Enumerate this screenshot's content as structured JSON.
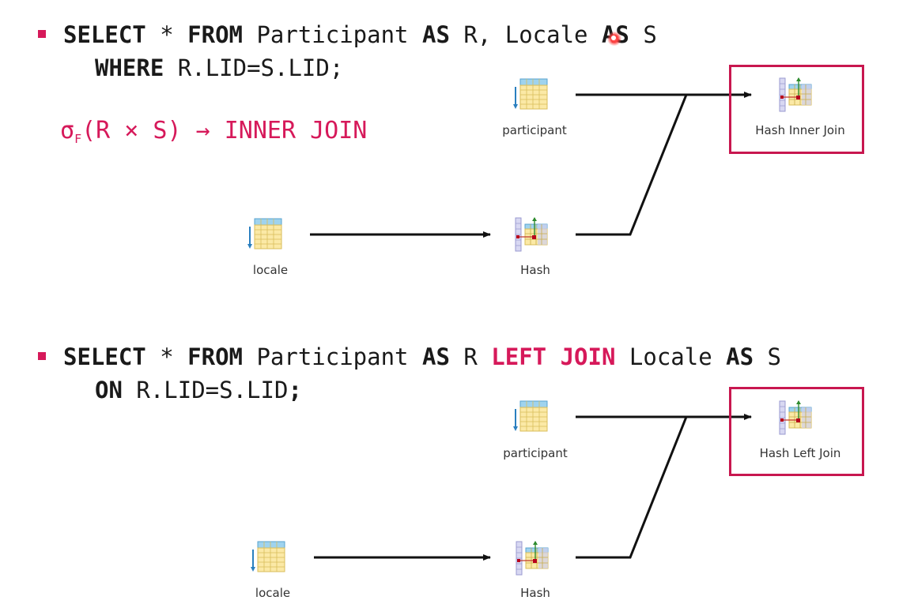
{
  "query1": {
    "select_kw": "SELECT",
    "star": " * ",
    "from_kw": "FROM",
    "table1": " Participant ",
    "as1_kw": "AS",
    "alias_r_comma": " R, Locale ",
    "as2_kw": "AS",
    "alias_s": " S",
    "where_kw": "WHERE",
    "where_cond": " R.LID=S.LID;"
  },
  "formula": {
    "sigma": "σ",
    "subscript": "F",
    "expr": "(R × S) → INNER JOIN"
  },
  "query2": {
    "select_kw": "SELECT",
    "star": " * ",
    "from_kw": "FROM",
    "table1": " Participant ",
    "as1_kw": "AS",
    "alias_r": " R ",
    "join_kw": "LEFT JOIN",
    "locale": " Locale ",
    "as2_kw": "AS",
    "alias_s": " S",
    "on_kw": "ON",
    "on_cond": " R.LID=S.LID",
    "semicolon": ";"
  },
  "plan1": {
    "participant_label": "participant",
    "locale_label": "locale",
    "hash_label": "Hash",
    "join_label": "Hash Inner Join"
  },
  "plan2": {
    "participant_label": "participant",
    "locale_label": "locale",
    "hash_label": "Hash",
    "join_label": "Hash Left Join"
  },
  "colors": {
    "accent": "#d6195a",
    "box_border": "#c8174f",
    "text": "#1a1a1a"
  },
  "icons": [
    "table-scan-icon",
    "hash-icon",
    "hash-join-icon"
  ]
}
